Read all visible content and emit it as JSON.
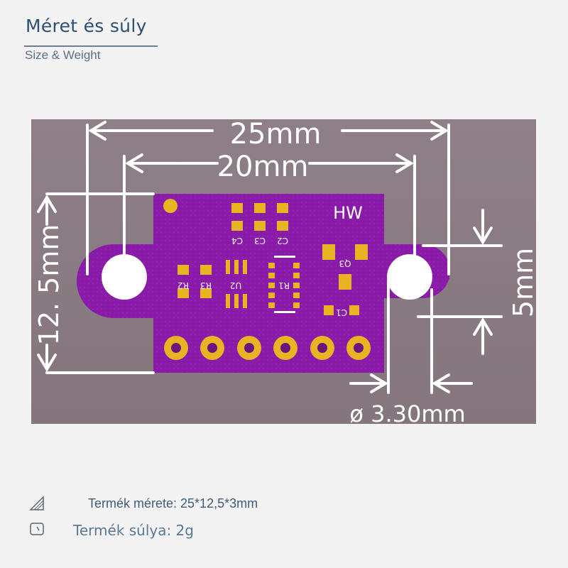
{
  "header": {
    "title": "Méret és súly",
    "subtitle": "Size & Weight"
  },
  "diagram": {
    "dimensions": {
      "length_outer": "25mm",
      "length_holes": "20mm",
      "width": "12. 5mm",
      "hole_edge": "5mm",
      "hole_diameter": "ø 3.30mm"
    },
    "board": {
      "brand": "HW",
      "labels": {
        "c4": "C4",
        "c3": "C3",
        "c2": "C2",
        "r2": "R2",
        "r3": "R3",
        "u2": "U2",
        "r1": "R1",
        "q3": "Q3",
        "c1": "C1"
      },
      "pin_count": 6
    }
  },
  "specs": {
    "size": "Termék mérete: 25*12,5*3mm",
    "weight": "Termék súlya: 2g"
  },
  "colors": {
    "background": "#f4f3f3",
    "photo_background": "#8c7c84",
    "pcb": "#8a1aa8",
    "pad": "#e8b423",
    "dimension_line": "#ffffff",
    "title": "#2d4f72"
  }
}
